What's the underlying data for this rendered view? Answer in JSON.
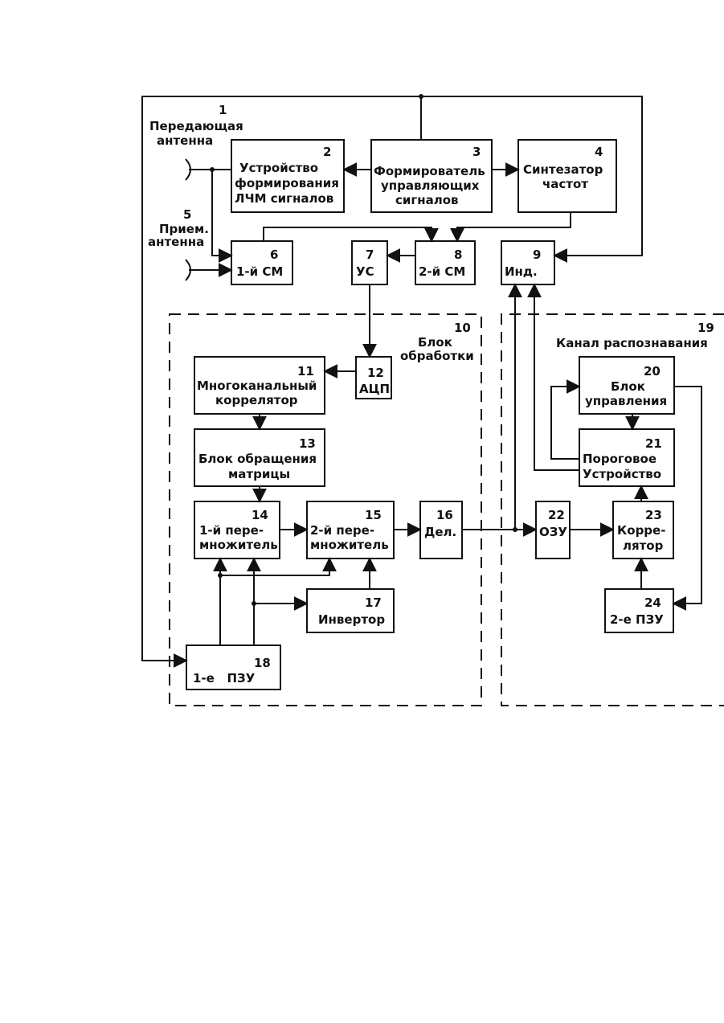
{
  "blocks": {
    "b1": {
      "num": "1",
      "lines": [
        "Передающая",
        "антенна"
      ]
    },
    "b2": {
      "num": "2",
      "lines": [
        "Устройство",
        "формирования",
        "ЛЧМ сигналов"
      ]
    },
    "b3": {
      "num": "3",
      "lines": [
        "Формирователь",
        "управляющих",
        "сигналов"
      ]
    },
    "b4": {
      "num": "4",
      "lines": [
        "Синтезатор",
        "частот"
      ]
    },
    "b5": {
      "num": "5",
      "lines": [
        "Прием.",
        "антенна"
      ]
    },
    "b6": {
      "num": "6",
      "lines": [
        "1-й СМ"
      ]
    },
    "b7": {
      "num": "7",
      "lines": [
        "УС"
      ]
    },
    "b8": {
      "num": "8",
      "lines": [
        "2-й СМ"
      ]
    },
    "b9": {
      "num": "9",
      "lines": [
        "Инд."
      ]
    },
    "b10": {
      "num": "10",
      "lines": [
        "Блок",
        "обработки"
      ]
    },
    "b11": {
      "num": "11",
      "lines": [
        "Многоканальный",
        "коррелятор"
      ]
    },
    "b12": {
      "num": "12",
      "lines": [
        "АЦП"
      ]
    },
    "b13": {
      "num": "13",
      "lines": [
        "Блок обращения",
        "матрицы"
      ]
    },
    "b14": {
      "num": "14",
      "lines": [
        "1-й пере-",
        "множитель"
      ]
    },
    "b15": {
      "num": "15",
      "lines": [
        "2-й пере-",
        "множитель"
      ]
    },
    "b16": {
      "num": "16",
      "lines": [
        "Дел."
      ]
    },
    "b17": {
      "num": "17",
      "lines": [
        "Инвертор"
      ]
    },
    "b18": {
      "num": "18",
      "lines": [
        "1-е   ПЗУ"
      ]
    },
    "b19": {
      "num": "19",
      "lines": [
        "Канал распознавания"
      ]
    },
    "b20": {
      "num": "20",
      "lines": [
        "Блок",
        "управления"
      ]
    },
    "b21": {
      "num": "21",
      "lines": [
        "Пороговое",
        "Устройство"
      ]
    },
    "b22": {
      "num": "22",
      "lines": [
        "ОЗУ"
      ]
    },
    "b23": {
      "num": "23",
      "lines": [
        "Корре-",
        "лятор"
      ]
    },
    "b24": {
      "num": "24",
      "lines": [
        "2-е ПЗУ"
      ]
    }
  }
}
